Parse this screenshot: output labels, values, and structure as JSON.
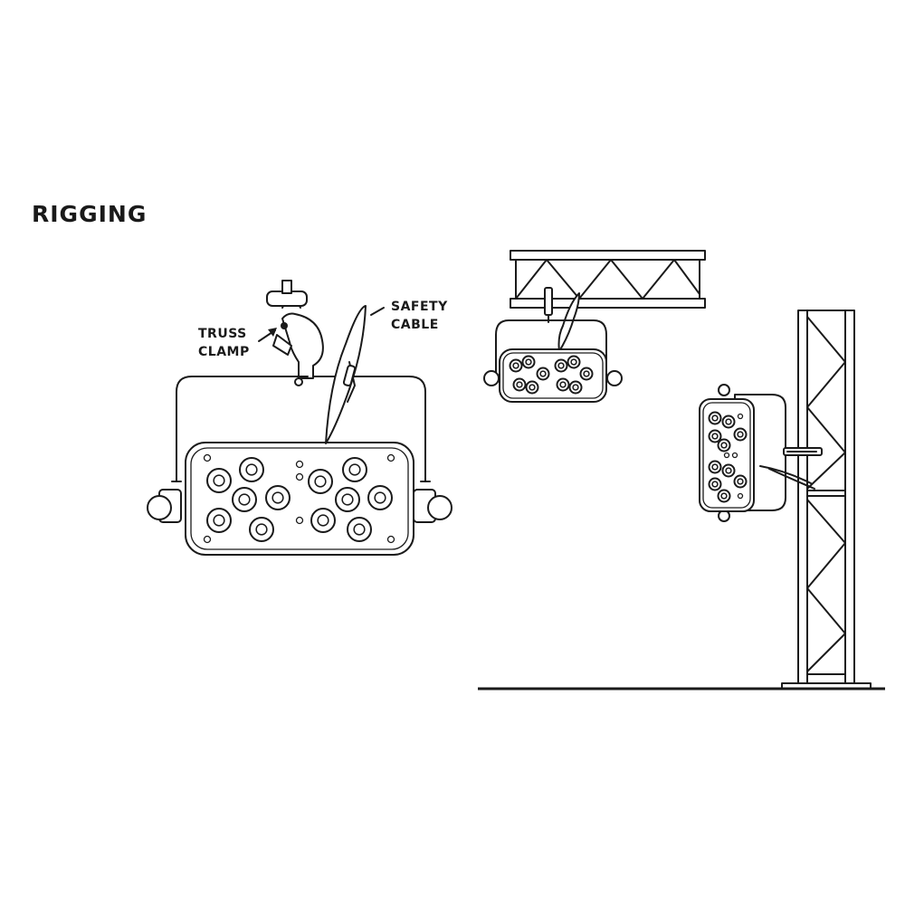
{
  "title": "RIGGING",
  "labels": {
    "truss_clamp": [
      "TRUSS",
      "CLAMP"
    ],
    "safety_cable": [
      "SAFETY",
      "CABLE"
    ]
  },
  "colors": {
    "line": "#1a1a1a",
    "background": "#ffffff"
  }
}
